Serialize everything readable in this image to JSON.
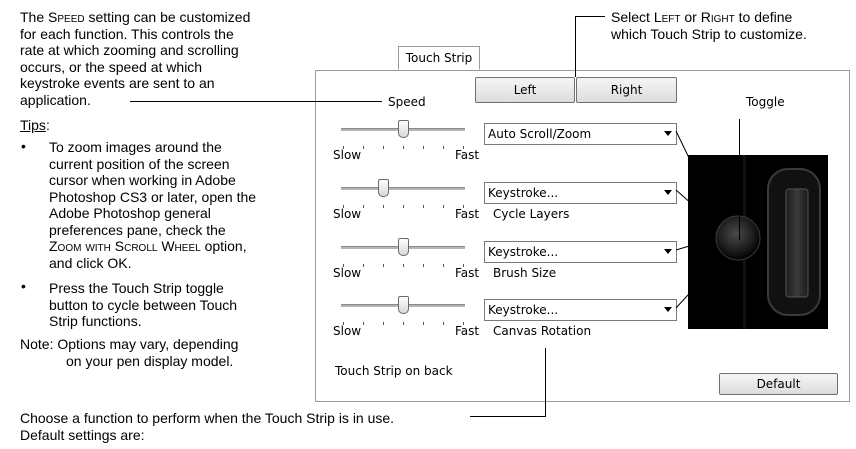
{
  "left_text": {
    "speed_para_1": "The ",
    "speed_word": "Speed",
    "speed_para_2": " setting can be customized",
    "speed_lines": [
      "for each function.  This controls the",
      "rate at which zooming and scrolling",
      "occurs, or the speed at which",
      "keystroke events are sent to an",
      "application."
    ],
    "tips_label": "Tips",
    "tips_colon": ":",
    "tip1_lines": [
      "To zoom images around the",
      "current position of the screen",
      "cursor when working in Adobe",
      "Photoshop CS3 or later, open the",
      "Adobe Photoshop general",
      "preferences pane, check the"
    ],
    "tip1_option": "Zoom with Scroll Wheel",
    "tip1_option_suffix": " option,",
    "tip1_end": "and click OK.",
    "tip2_lines": [
      "Press the Touch Strip toggle",
      "button to cycle between Touch",
      "Strip functions."
    ],
    "note_line1": "Note:  Options may vary, depending",
    "note_line2": "on your pen display model."
  },
  "top_callout": {
    "line1_a": "Select ",
    "line1_left": "Left",
    "line1_b": " or ",
    "line1_right": "Right",
    "line1_c": " to define",
    "line2": "which Touch Strip to customize."
  },
  "bottom_callout": {
    "line1": "Choose a function to perform when the Touch Strip is in use.",
    "line2": "Default settings are:"
  },
  "dialog": {
    "tab_label": "Touch Strip",
    "left_button": "Left",
    "right_button": "Right",
    "speed_label": "Speed",
    "toggle_label": "Toggle",
    "slow_label": "Slow",
    "fast_label": "Fast",
    "rows": [
      {
        "function": "Auto Scroll/Zoom",
        "sublabel": "",
        "speed": 0.5
      },
      {
        "function": "Keystroke...",
        "sublabel": "Cycle Layers",
        "speed": 0.33
      },
      {
        "function": "Keystroke...",
        "sublabel": "Brush Size",
        "speed": 0.5
      },
      {
        "function": "Keystroke...",
        "sublabel": "Canvas Rotation",
        "speed": 0.5
      }
    ],
    "back_label": "Touch Strip on back",
    "default_button": "Default"
  }
}
